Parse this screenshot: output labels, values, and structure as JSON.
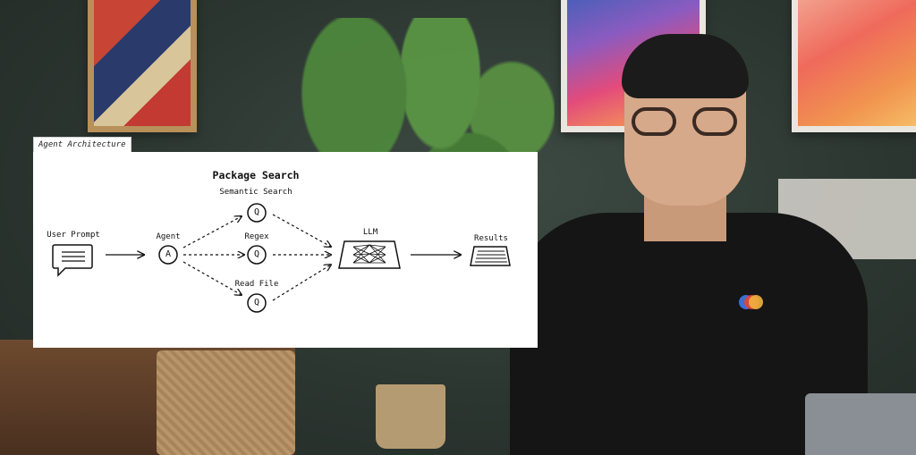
{
  "overlay": {
    "tag": "Agent Architecture",
    "group_title": "Package Search"
  },
  "nodes": {
    "user_prompt": "User Prompt",
    "agent": "Agent",
    "agent_glyph": "A",
    "semantic_search": "Semantic Search",
    "regex": "Regex",
    "read_file": "Read File",
    "tool_glyph": "Q",
    "llm": "LLM",
    "results": "Results"
  },
  "icons": {
    "user_prompt": "chat-bubble-icon",
    "agent": "circle-letter-icon",
    "tools": "circle-letter-icon",
    "llm": "neural-network-icon",
    "results": "document-lines-icon"
  },
  "colors": {
    "logo_red": "#e2443b",
    "logo_yellow": "#f2b33d",
    "logo_blue": "#3a6fd8"
  }
}
